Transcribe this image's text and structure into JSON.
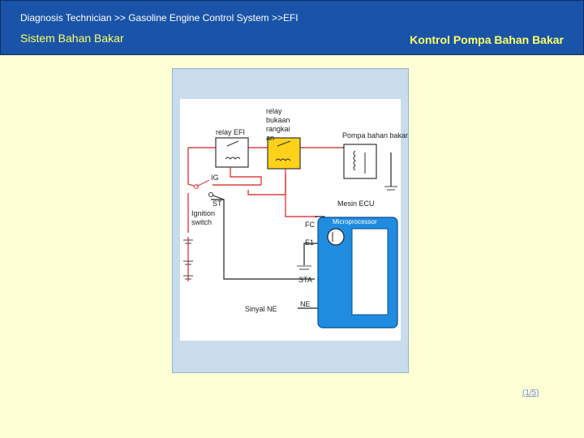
{
  "header": {
    "breadcrumb": "Diagnosis Technician >> Gasoline Engine Control System >>EFI",
    "section_left": "Sistem Bahan Bakar",
    "section_right": "Kontrol Pompa Bahan Bakar"
  },
  "diagram": {
    "labels": {
      "relay_efi": "relay EFI",
      "relay_bukaan": "relay\nbukaan\nrangkai\nan",
      "pompa": "Pompa bahan bakar",
      "ig": "IG",
      "st": "ST",
      "ignition_switch": "Ignition\nswitch",
      "mesin_ecu": "Mesin ECU",
      "fc": "FC",
      "microprocessor": "Microprocessor",
      "e1": "E1",
      "sta": "STA",
      "sinyal_ne": "Sinyal NE",
      "ne": "NE"
    },
    "colors": {
      "power_wire": "#e04040",
      "signal_wire": "#222222",
      "ecu_fill": "#1f8ce0",
      "relay_highlight": "#ffd21a"
    }
  },
  "footer": {
    "page_link": "(1/5)"
  }
}
